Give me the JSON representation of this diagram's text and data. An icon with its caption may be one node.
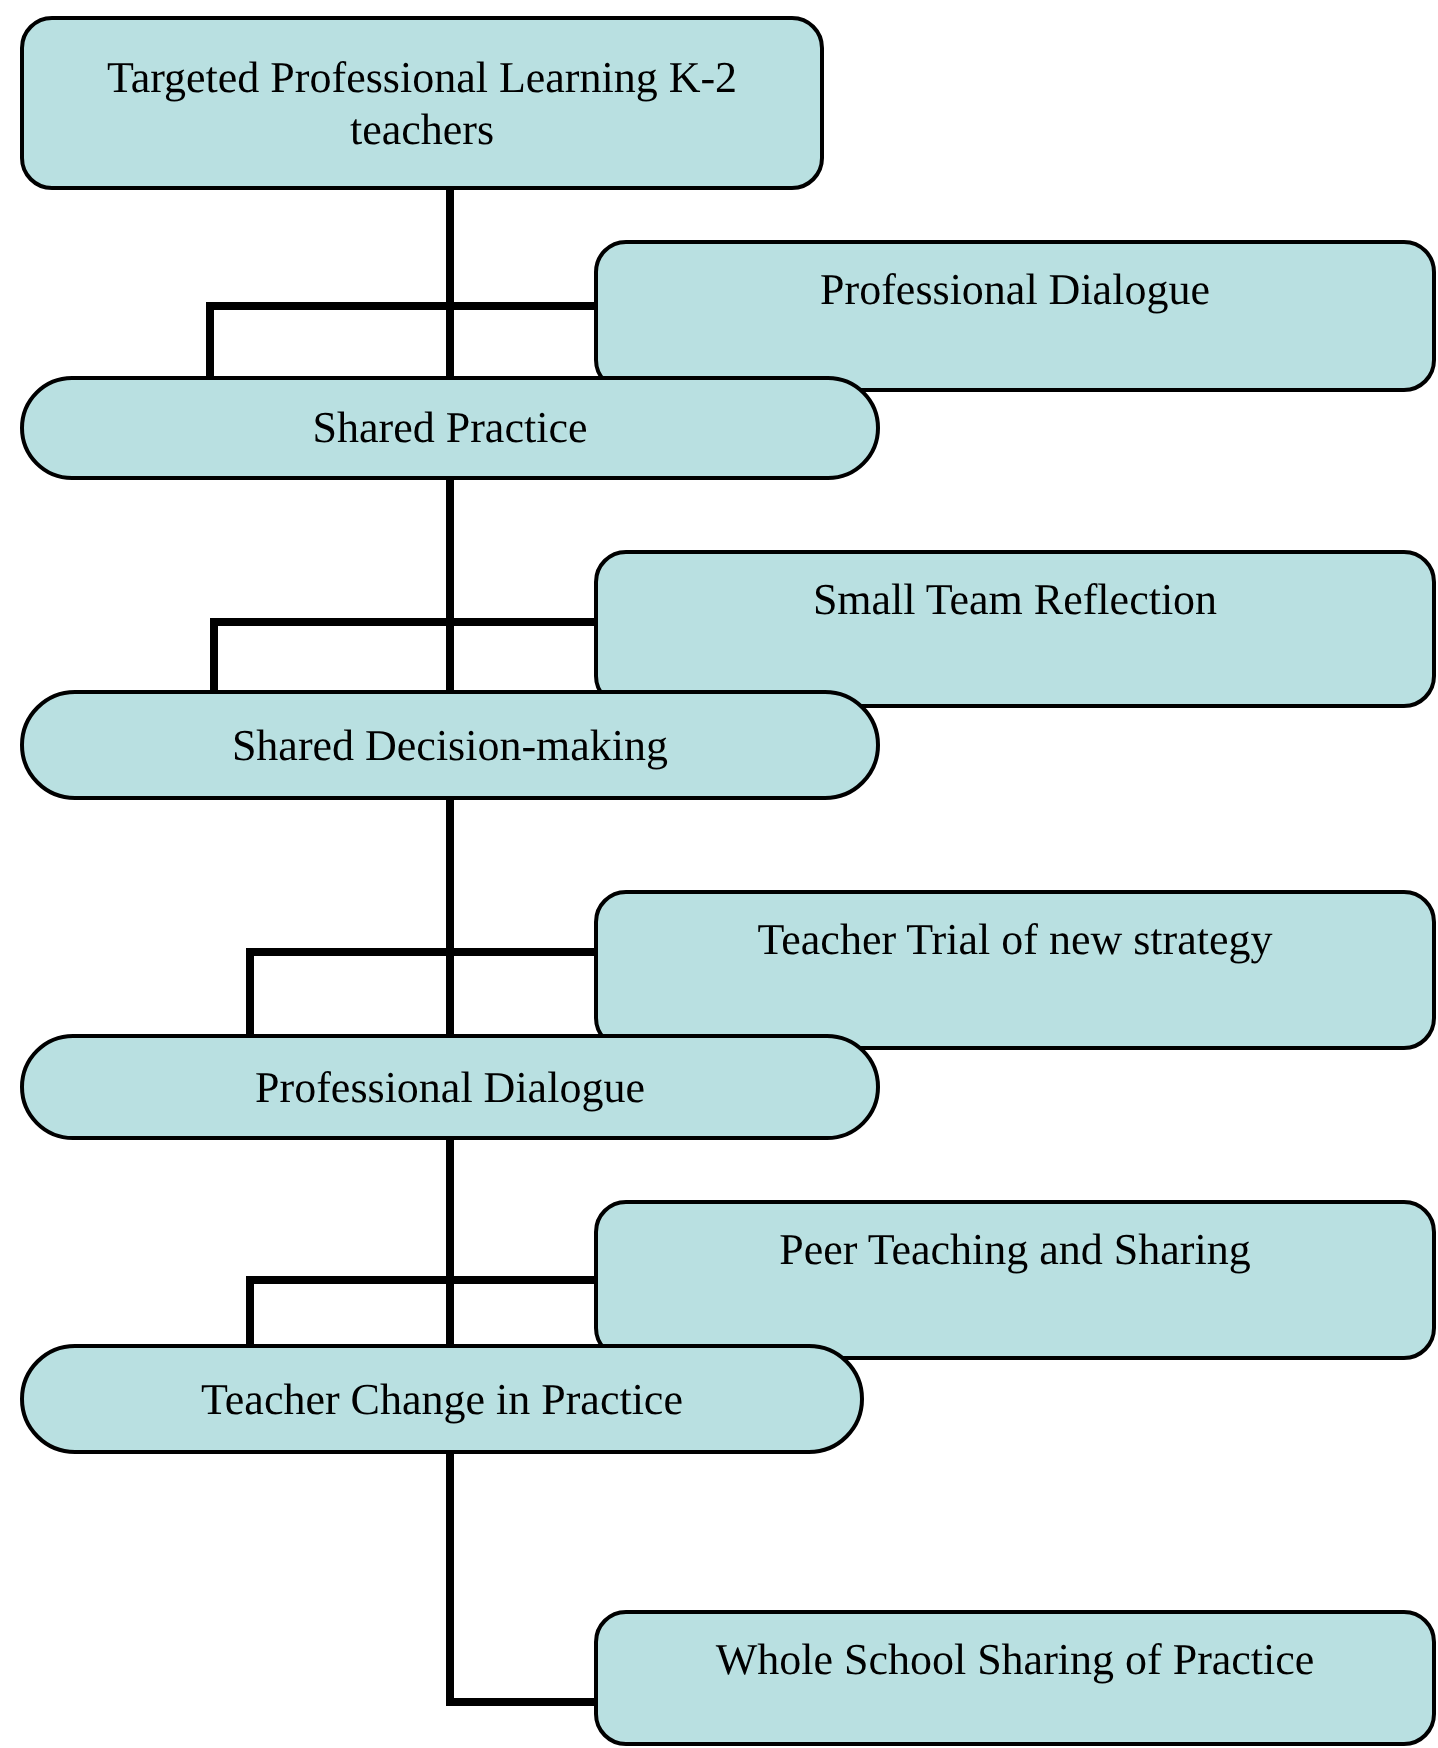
{
  "diagram": {
    "nodes": [
      {
        "text": [
          "Targeted Professional Learning K-2 teachers"
        ]
      },
      {
        "text": [
          "Professional Dialogue"
        ]
      },
      {
        "text": [
          "Shared Practice"
        ]
      },
      {
        "text": [
          "Small Team Reflection"
        ]
      },
      {
        "text": [
          "Shared Decision-making"
        ]
      },
      {
        "text": [
          "Teacher Trial of new strategy"
        ]
      },
      {
        "text": [
          "Professional Dialogue"
        ]
      },
      {
        "text": [
          "Peer Teaching and Sharing"
        ]
      },
      {
        "text": [
          "Teacher Change in Practice"
        ]
      },
      {
        "text": [
          "Whole School Sharing of Practice"
        ]
      }
    ],
    "edges": [
      {
        "from": 0,
        "to": 2,
        "arrow": "none"
      },
      {
        "from": 1,
        "to": 2,
        "arrow": "none"
      },
      {
        "from": 2,
        "to": 4,
        "arrow": "none"
      },
      {
        "from": 3,
        "to": 4,
        "arrow": "none"
      },
      {
        "from": 4,
        "to": 6,
        "arrow": "none"
      },
      {
        "from": 5,
        "to": 6,
        "arrow": "none"
      },
      {
        "from": 6,
        "to": 8,
        "arrow": "none"
      },
      {
        "from": 7,
        "to": 8,
        "arrow": "none"
      },
      {
        "from": 8,
        "to": 9,
        "arrow": "none"
      }
    ]
  }
}
